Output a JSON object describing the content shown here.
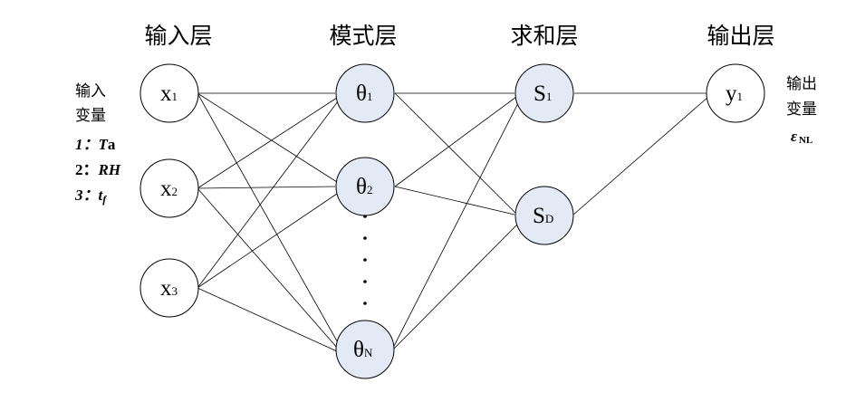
{
  "layers": {
    "input": "输入层",
    "pattern": "模式层",
    "summation": "求和层",
    "output": "输出层"
  },
  "input_vars": {
    "title_line1": "输入",
    "title_line2": "变量",
    "items": [
      {
        "num": "1：",
        "var": "Ta",
        "var_italic_part": "T",
        "var_plain_part": "a"
      },
      {
        "num": "2：",
        "var": "RH"
      },
      {
        "num": "3：",
        "var": "tf",
        "var_main": "t",
        "var_sub": "f"
      }
    ]
  },
  "output_vars": {
    "title_line1": "输出",
    "title_line2": "变量",
    "symbol": "ε",
    "symbol_sub": "NL"
  },
  "nodes": {
    "inputs": [
      {
        "main": "x",
        "sub": "1"
      },
      {
        "main": "x",
        "sub": "2"
      },
      {
        "main": "x",
        "sub": "3"
      }
    ],
    "patterns": [
      {
        "main": "θ",
        "sub": "1"
      },
      {
        "main": "θ",
        "sub": "2"
      },
      {
        "main": "θ",
        "sub": "N"
      }
    ],
    "sums": [
      {
        "main": "S",
        "sub": "1"
      },
      {
        "main": "S",
        "sub": "D"
      }
    ],
    "outputs": [
      {
        "main": "y",
        "sub": "1"
      }
    ]
  },
  "colors": {
    "shaded_node_fill": "#e3eaf6",
    "line": "#000000"
  }
}
